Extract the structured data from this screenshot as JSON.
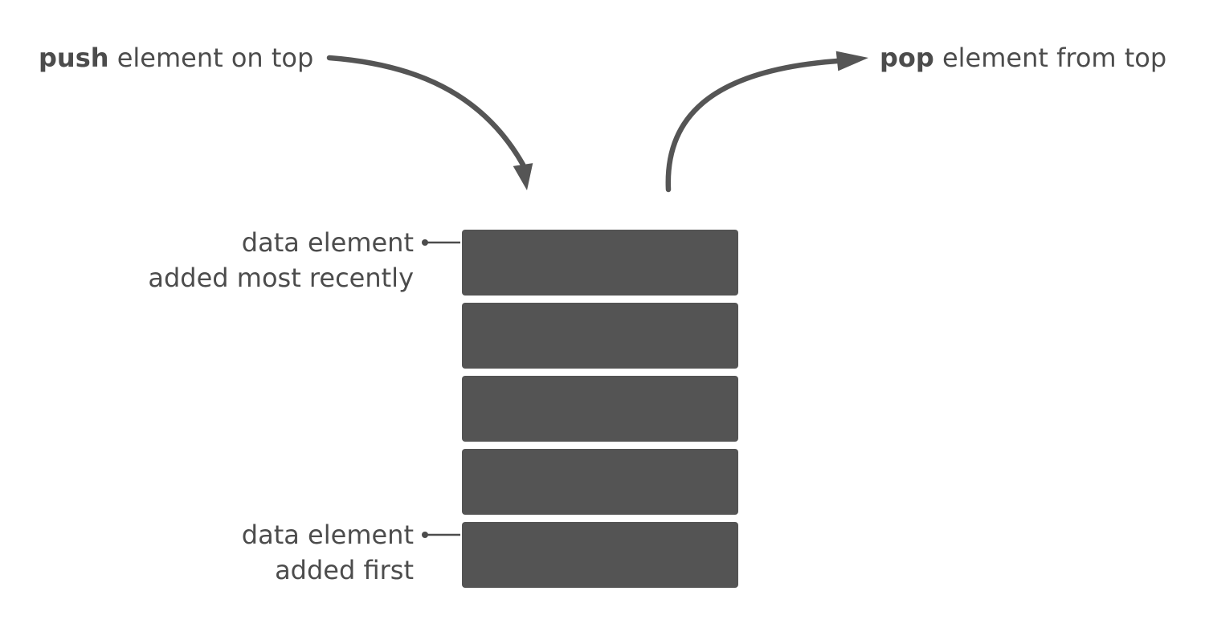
{
  "colors": {
    "background": "#ffffff",
    "block": "#545454",
    "arrow": "#555555",
    "text": "#4c4c4c"
  },
  "captions": {
    "push": {
      "keyword": "push",
      "rest": " element on top"
    },
    "pop": {
      "keyword": "pop",
      "rest": " element from top"
    }
  },
  "labels": {
    "top": {
      "line1": "data element",
      "line2": "added most recently"
    },
    "bottom": {
      "line1": "data element",
      "line2": "added first"
    }
  },
  "stack": {
    "block_count": 5
  }
}
